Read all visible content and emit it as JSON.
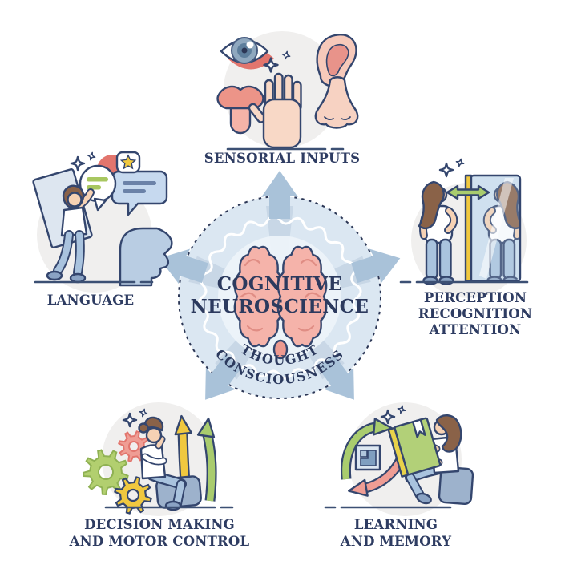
{
  "page_title": "Cognitive neuroscience diagram",
  "center": {
    "title_line1": "COGNITIVE",
    "title_line2": "NEUROSCIENCE",
    "arc_top": "THOUGHT",
    "arc_bottom": "CONSCIOUSNESS"
  },
  "vignettes": {
    "sensorial_inputs": {
      "label": "SENSORIAL INPUTS"
    },
    "language": {
      "label": "LANGUAGE"
    },
    "perception": {
      "lines": [
        "PERCEPTION",
        "RECOGNITION",
        "ATTENTION"
      ]
    },
    "decision": {
      "lines": [
        "DECISION MAKING",
        "AND MOTOR CONTROL"
      ]
    },
    "learning": {
      "lines": [
        "LEARNING",
        "AND MEMORY"
      ]
    }
  },
  "colors": {
    "outline_navy": "#34466e",
    "text_navy": "#2e3c62",
    "center_circle_blue": "#dbe7f2",
    "arrow_blue": "#a9c2d9",
    "brain_pink": "#f5b3aa",
    "salmon_red": "#e2756d",
    "green_accent": "#a9cc6e",
    "yellow_accent": "#f0c83f",
    "jeans_blue": "#a9c3de",
    "bubble_blue": "#c6d9ef",
    "vignette_bg_gray": "#f0efee",
    "skin": "#f6d2b4",
    "hair_brown": "#8a6248"
  }
}
